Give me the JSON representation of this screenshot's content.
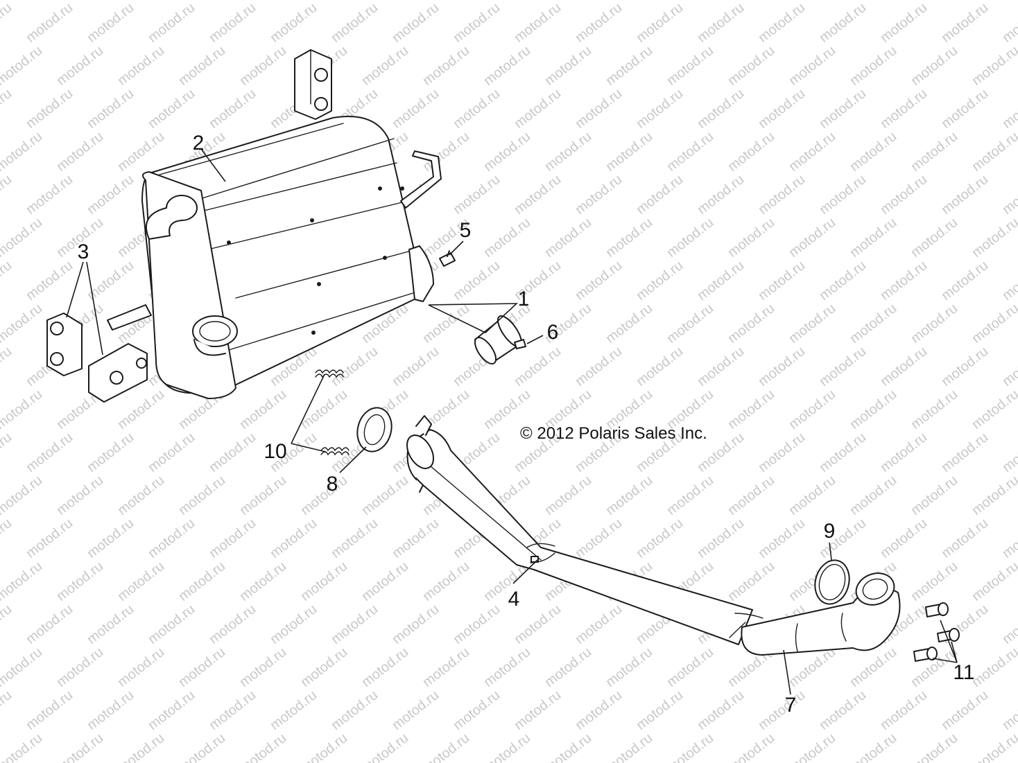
{
  "copyright": "© 2012 Polaris Sales Inc.",
  "watermark": "motod.ru",
  "callouts": [
    "1",
    "2",
    "3",
    "4",
    "5",
    "6",
    "7",
    "8",
    "9",
    "10",
    "11"
  ]
}
